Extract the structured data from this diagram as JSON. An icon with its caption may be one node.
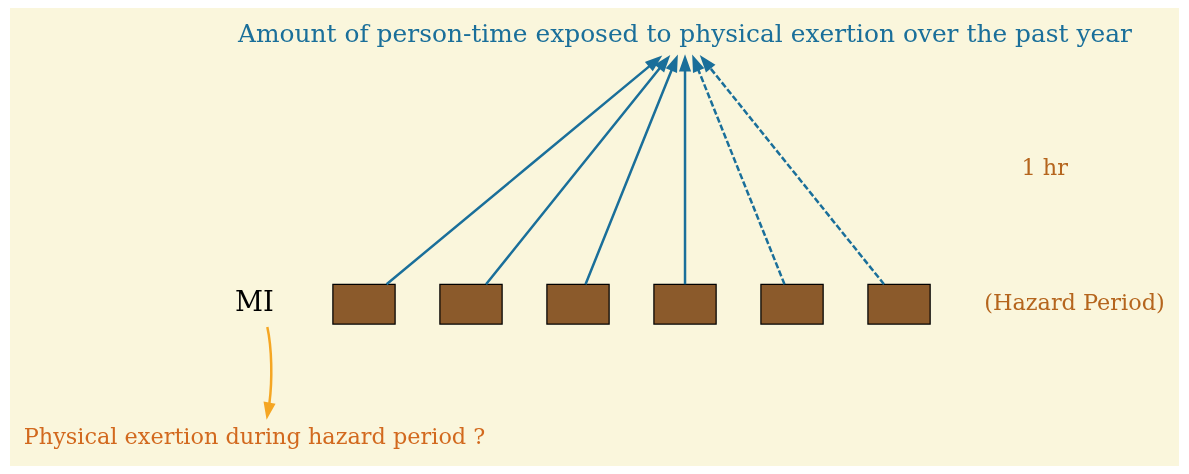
{
  "diagram": {
    "nodes": [
      {
        "text": [
          "Amount of person-time exposed to physical exertion over the past year"
        ]
      },
      {
        "text": [],
        "shape": "box"
      },
      {
        "text": [],
        "shape": "box"
      },
      {
        "text": [],
        "shape": "box"
      },
      {
        "text": [],
        "shape": "box"
      },
      {
        "text": [],
        "shape": "box"
      },
      {
        "text": [],
        "shape": "box"
      },
      {
        "text": [
          "MI"
        ]
      },
      {
        "text": [
          "Physical exertion during hazard period ?"
        ]
      }
    ],
    "edges": [
      {
        "from": 1,
        "to": 0,
        "arrow": "to"
      },
      {
        "from": 2,
        "to": 0,
        "arrow": "to"
      },
      {
        "from": 3,
        "to": 0,
        "arrow": "to"
      },
      {
        "from": 4,
        "to": 0,
        "arrow": "to"
      },
      {
        "from": 5,
        "to": 0,
        "arrow": "to",
        "style": "dashed"
      },
      {
        "from": 6,
        "to": 0,
        "arrow": "to",
        "style": "dashed"
      },
      {
        "from": 7,
        "to": 8,
        "arrow": "to",
        "color": "#f5a623"
      }
    ],
    "labels": [
      "1 hr",
      "(Hazard Period)"
    ]
  }
}
